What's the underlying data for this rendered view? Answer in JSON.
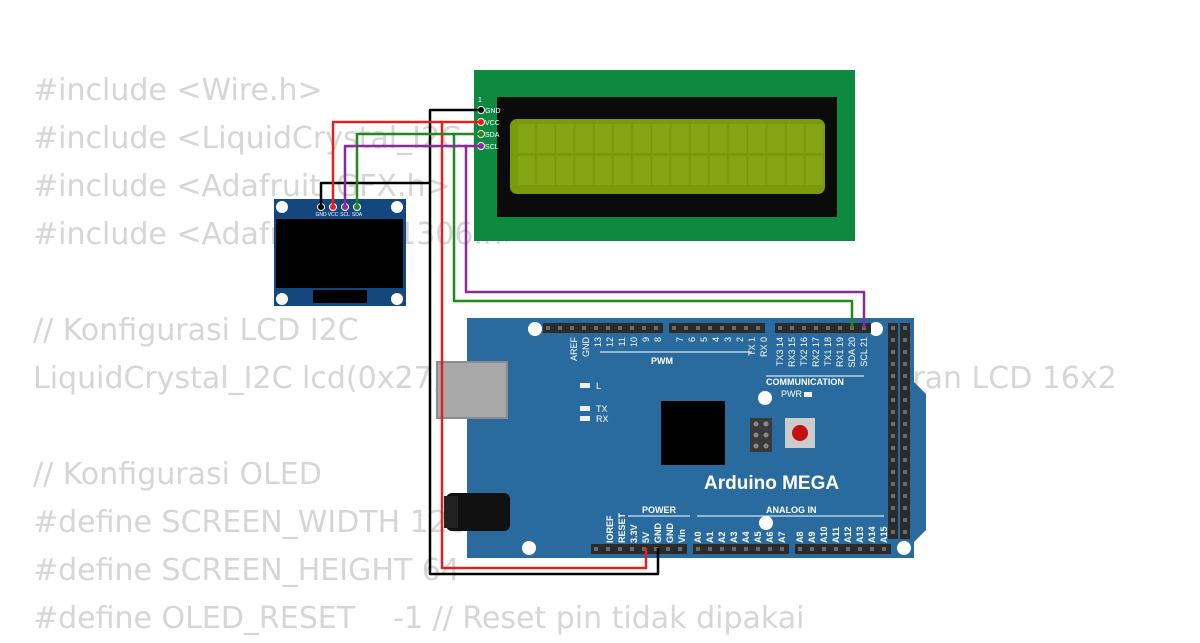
{
  "code_lines": [
    "#include <Wire.h>",
    "#include <LiquidCrystal_I2C.h>",
    "#include <Adafruit_GFX.h>",
    "#include <Adafruit_SSD1306.h>",
    "",
    "// Konfigurasi LCD I2C",
    "LiquidCrystal_I2C lcd(0x27, 16, 2); // Alamat I2C 0x27, ukuran LCD 16x2",
    "",
    "// Konfigurasi OLED",
    "#define SCREEN_WIDTH 128",
    "#define SCREEN_HEIGHT 64",
    "#define OLED_RESET    -1 // Reset pin tidak dipakai"
  ],
  "lcd": {
    "pin_labels": [
      "GND",
      "VCC",
      "SDA",
      "SCL"
    ],
    "pin1_label": "1"
  },
  "oled": {
    "pin_labels": [
      "GND",
      "VCC",
      "SCL",
      "SDA"
    ]
  },
  "arduino": {
    "board_name": "Arduino MEGA",
    "top_header_labels": [
      "AREF",
      "GND",
      "13",
      "12",
      "11",
      "10",
      "9",
      "8",
      "7",
      "6",
      "5",
      "4",
      "3",
      "2",
      "TX 1",
      "RX 0",
      "TX3 14",
      "RX3 15",
      "TX2 16",
      "RX2 17",
      "TX1 18",
      "RX1 19",
      "SDA 20",
      "SCL 21"
    ],
    "pwm_label": "PWM",
    "communication_label": "COMMUNICATION",
    "pwr_label": "PWR",
    "led_labels": [
      "L",
      "TX",
      "RX"
    ],
    "power_label": "POWER",
    "power_pins": [
      "IOREF",
      "RESET",
      "3.3V",
      "5V",
      "GND",
      "GND",
      "Vin"
    ],
    "analog_label": "ANALOG IN",
    "analog_pins": [
      "A0",
      "A1",
      "A2",
      "A3",
      "A4",
      "A5",
      "A6",
      "A7",
      "A8",
      "A9",
      "A10",
      "A11",
      "A12",
      "A13",
      "A14",
      "A15"
    ]
  },
  "wire_colors": {
    "gnd": "#000000",
    "vcc": "#e32020",
    "sda": "#1f8a1f",
    "scl": "#8b2a9a"
  }
}
